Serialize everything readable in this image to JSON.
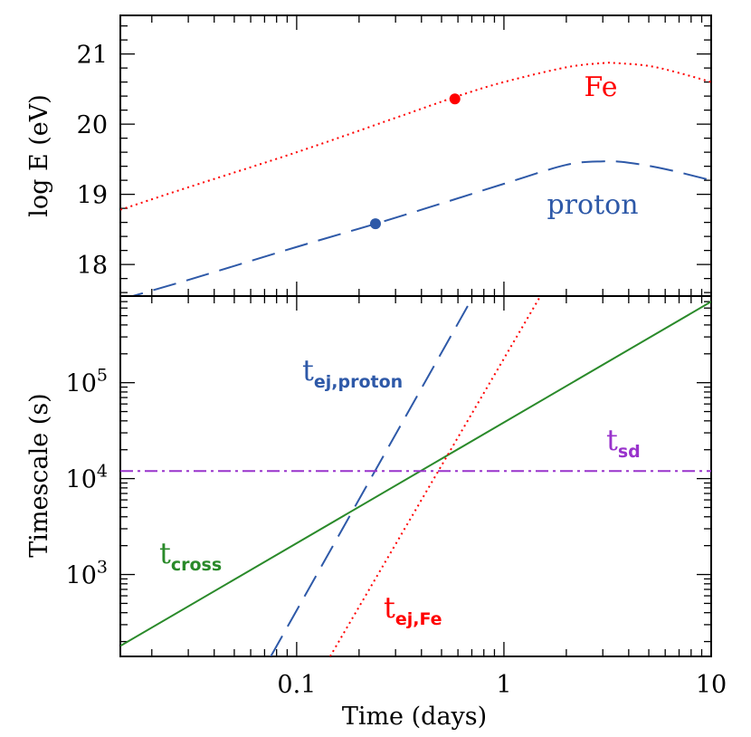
{
  "chart_data": [
    {
      "type": "line",
      "panel": "top",
      "ylabel": "log E (eV)",
      "xscale": "log",
      "xlim": [
        0.0141,
        10
      ],
      "ylim": [
        17.55,
        21.55
      ],
      "yticks": [
        "18",
        "19",
        "20",
        "21"
      ],
      "series": [
        {
          "name": "Fe",
          "color": "#ff0000",
          "style": "dotted",
          "x": [
            0.0141,
            0.03,
            0.1,
            0.3,
            0.6,
            1,
            2,
            3,
            3.5,
            5,
            7,
            10
          ],
          "y": [
            18.78,
            19.1,
            19.6,
            20.09,
            20.4,
            20.6,
            20.81,
            20.87,
            20.87,
            20.83,
            20.73,
            20.6
          ],
          "marker": {
            "x": 0.58,
            "y": 20.36
          }
        },
        {
          "name": "proton",
          "color": "#2e59a8",
          "style": "dashed",
          "x": [
            0.0141,
            0.03,
            0.1,
            0.24,
            0.5,
            1,
            2,
            3,
            4,
            6,
            10
          ],
          "y": [
            17.5,
            17.78,
            18.25,
            18.58,
            18.87,
            19.15,
            19.42,
            19.47,
            19.45,
            19.36,
            19.2
          ],
          "marker": {
            "x": 0.24,
            "y": 18.58
          }
        }
      ]
    },
    {
      "type": "line",
      "panel": "bottom",
      "xlabel": "Time (days)",
      "ylabel": "Timescale (s)",
      "xscale": "log",
      "yscale": "log",
      "xlim": [
        0.0141,
        10
      ],
      "ylim": [
        140,
        800000
      ],
      "xticks": [
        "0.1",
        "1",
        "10"
      ],
      "yticks": [
        {
          "base": "10",
          "exp": "3"
        },
        {
          "base": "10",
          "exp": "4"
        },
        {
          "base": "10",
          "exp": "5"
        }
      ],
      "series": [
        {
          "name": "t_cross",
          "label_main": "t",
          "label_sub": "cross",
          "color": "#2a8a2a",
          "style": "solid",
          "x": [
            0.0141,
            10
          ],
          "y": [
            180,
            700000
          ]
        },
        {
          "name": "t_ej,proton",
          "label_main": "t",
          "label_sub": "ej,proton",
          "color": "#2e59a8",
          "style": "dashed",
          "x": [
            0.075,
            0.7
          ],
          "y": [
            140,
            750000
          ]
        },
        {
          "name": "t_ej,Fe",
          "label_main": "t",
          "label_sub": "ej,Fe",
          "color": "#ff0000",
          "style": "dotted",
          "x": [
            0.145,
            1.5
          ],
          "y": [
            140,
            800000
          ]
        },
        {
          "name": "t_sd",
          "label_main": "t",
          "label_sub": "sd",
          "color": "#9933cc",
          "style": "dashdot",
          "x": [
            0.0141,
            10
          ],
          "y": [
            12000,
            12000
          ]
        }
      ]
    }
  ]
}
